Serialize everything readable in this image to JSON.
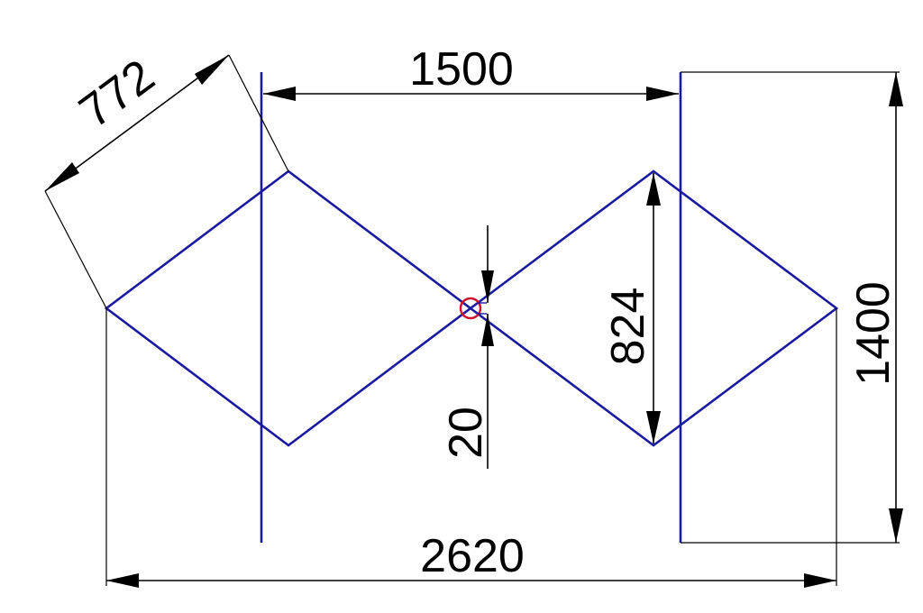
{
  "dimensions": {
    "side_length": "772",
    "center_spacing": "1500",
    "total_width": "2620",
    "element_height": "824",
    "feed_gap": "20",
    "reflector_height": "1400"
  },
  "colors": {
    "element": "#1a1aa0",
    "feed_point": "#d0102a",
    "dimension": "#000000",
    "background": "#ffffff"
  },
  "icons": {
    "feed_point": "feed-point-circle"
  }
}
